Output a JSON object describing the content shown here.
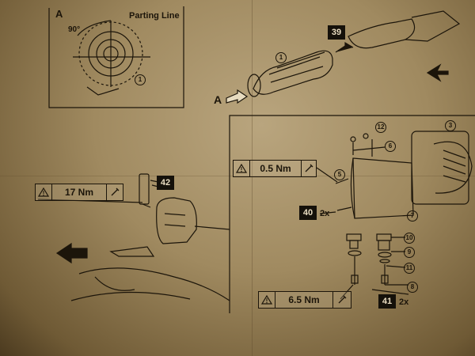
{
  "detail_a": {
    "letter": "A",
    "angle": "90°",
    "parting_line": "Parting Line",
    "callout": "1"
  },
  "grip": {
    "step": "39",
    "callout": "1",
    "view_label": "A"
  },
  "left_assembly": {
    "torque": "17 Nm",
    "step": "42"
  },
  "right_assembly": {
    "torque_small": "0.5 Nm",
    "torque_large": "6.5 Nm",
    "step_40": "40",
    "step_40_qty": "2x",
    "step_41": "41",
    "step_41_qty": "2x",
    "callouts": [
      "3",
      "5",
      "6",
      "7",
      "8",
      "9",
      "10",
      "11",
      "12"
    ]
  },
  "icons": [
    "warning-triangle-icon",
    "torque-wrench-icon",
    "arrow-icon"
  ]
}
